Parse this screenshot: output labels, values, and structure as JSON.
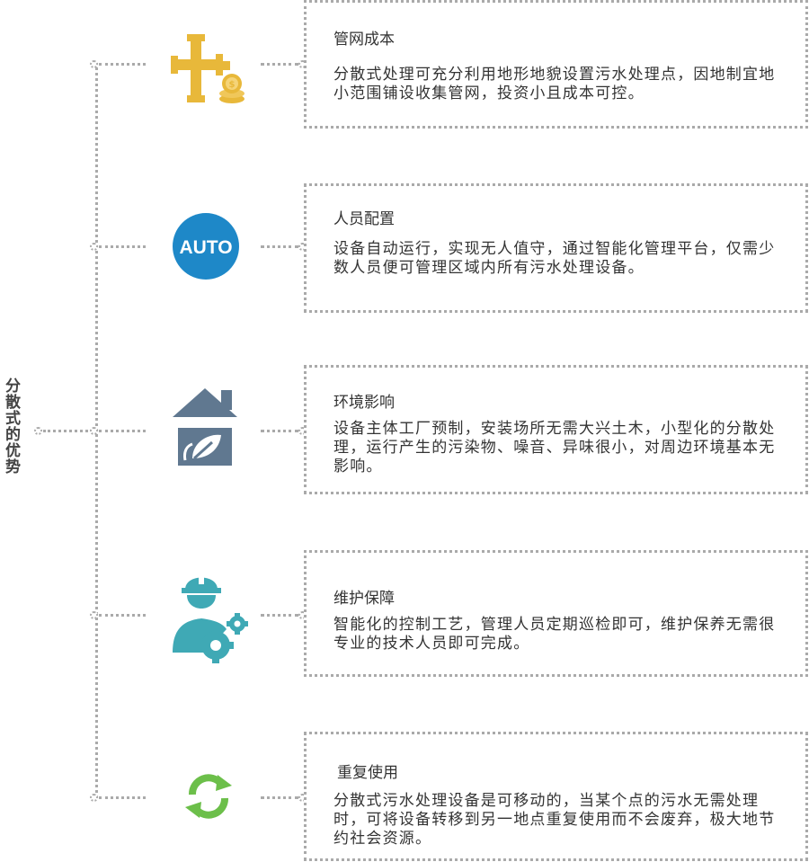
{
  "root": {
    "label": "分散式的优势"
  },
  "items": [
    {
      "title": "管网成本",
      "desc": "分散式处理可充分利用地形地貌设置污水处理点，因地制宜地小范围铺设收集管网，投资小且成本可控。",
      "icon": "pipe-coins-icon",
      "color": "#e8b83a"
    },
    {
      "title": "人员配置",
      "desc": "设备自动运行，实现无人值守，通过智能化管理平台，仅需少数人员便可管理区域内所有污水处理设备。",
      "icon": "auto-icon",
      "icon_text": "AUTO",
      "color": "#1e88c8"
    },
    {
      "title": "环境影响",
      "desc": "设备主体工厂预制，安装场所无需大兴土木，小型化的分散处理，运行产生的污染物、噪音、异味很小，对周边环境基本无影响。",
      "icon": "house-leaf-icon",
      "color": "#607890"
    },
    {
      "title": "维护保障",
      "desc": "智能化的控制工艺，管理人员定期巡检即可，维护保养无需很专业的技术人员即可完成。",
      "icon": "worker-gear-icon",
      "color": "#3fa9b5"
    },
    {
      "title": "重复使用",
      "desc": "分散式污水处理设备是可移动的，当某个点的污水无需处理时，可将设备转移到另一地点重复使用而不会废弃，极大地节约社会资源。",
      "icon": "recycle-icon",
      "color": "#6cbf4a"
    }
  ]
}
